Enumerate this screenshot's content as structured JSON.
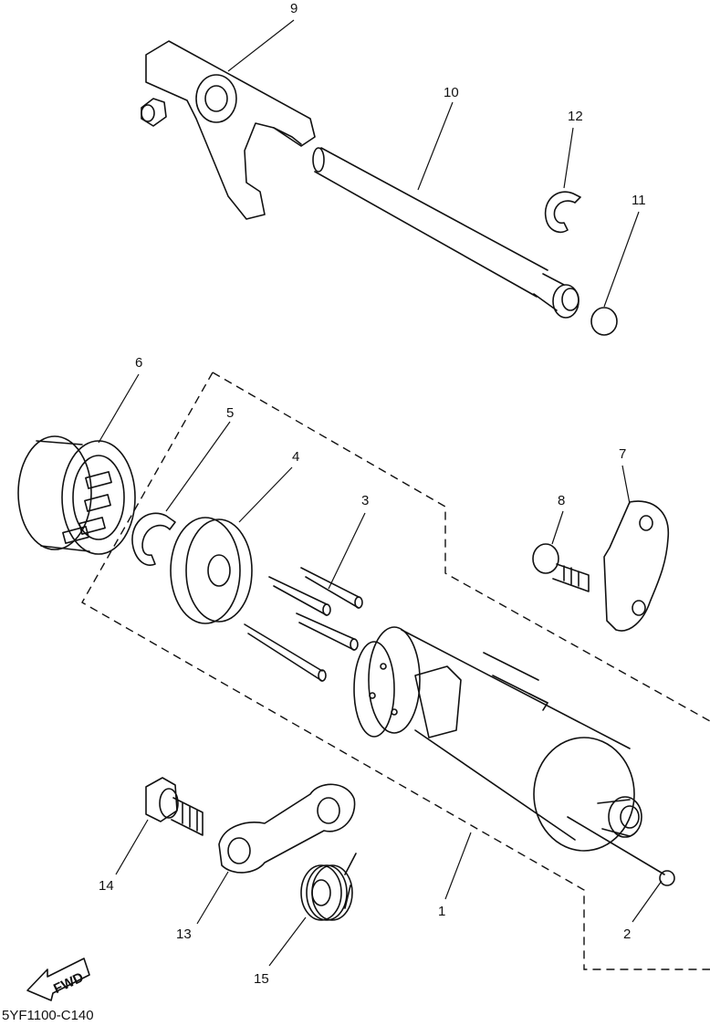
{
  "diagram_code": "5YF1100-C140",
  "direction_label": "FWD",
  "callouts": [
    "1",
    "2",
    "3",
    "4",
    "5",
    "6",
    "7",
    "8",
    "9",
    "10",
    "11",
    "12",
    "13",
    "14",
    "15"
  ],
  "colors": {
    "line": "#111111",
    "background": "#ffffff"
  }
}
